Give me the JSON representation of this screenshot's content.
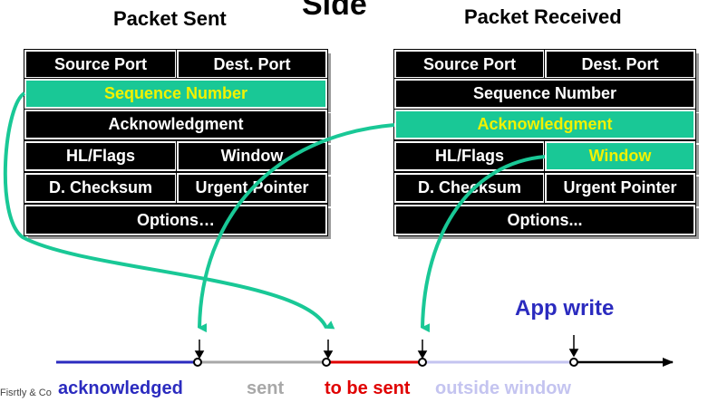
{
  "titles": {
    "sent": "Packet Sent",
    "received": "Packet Received",
    "center_fragment": "Side"
  },
  "sent_packet": {
    "source_port": "Source Port",
    "dest_port": "Dest. Port",
    "sequence_number": "Sequence Number",
    "acknowledgment": "Acknowledgment",
    "hl_flags": "HL/Flags",
    "window": "Window",
    "checksum": "D. Checksum",
    "urgent_pointer": "Urgent Pointer",
    "options": "Options…"
  },
  "received_packet": {
    "source_port": "Source Port",
    "dest_port": "Dest. Port",
    "sequence_number": "Sequence Number",
    "acknowledgment": "Acknowledgment",
    "hl_flags": "HL/Flags",
    "window": "Window",
    "checksum": "D. Checksum",
    "urgent_pointer": "Urgent Pointer",
    "options": "Options..."
  },
  "stream": {
    "app_write": "App write",
    "segments": [
      {
        "label": "acknowledged",
        "color": "#2b2bbf"
      },
      {
        "label": "sent",
        "color": "#a8a8a8"
      },
      {
        "label": "to be sent",
        "color": "#e00000"
      },
      {
        "label": "outside window",
        "color": "#c4c4f0"
      }
    ]
  },
  "colors": {
    "highlight_fill": "#19c896",
    "highlight_text": "#f2f200",
    "arrow": "#19c896"
  },
  "footer": "Fisrtly & Co"
}
